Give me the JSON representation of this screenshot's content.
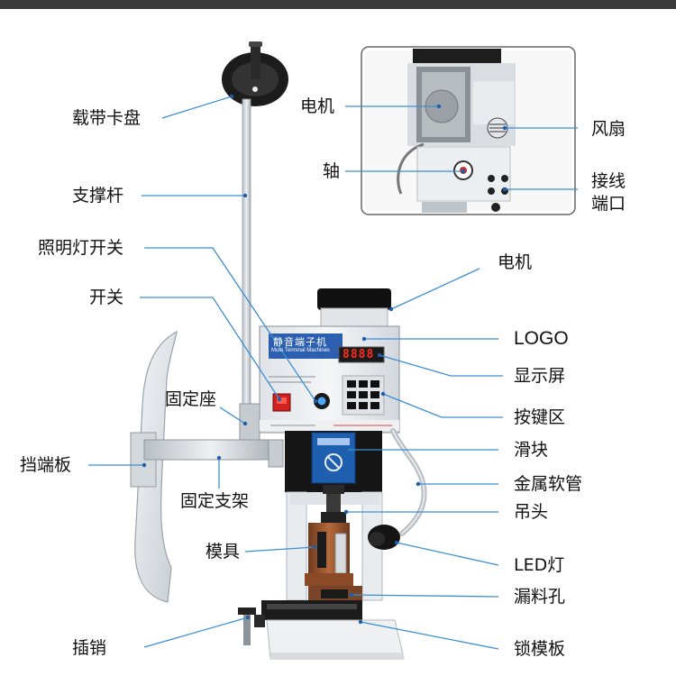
{
  "labels": {
    "reel": "载带卡盘",
    "support_rod": "支撑杆",
    "light_switch": "照明灯开关",
    "switch": "开关",
    "fixed_seat": "固定座",
    "end_plate": "挡端板",
    "fixed_bracket": "固定支架",
    "mold": "模具",
    "pin": "插销",
    "motor_inset": "电机",
    "shaft": "轴",
    "fan": "风扇",
    "wiring_port_line1": "接线",
    "wiring_port_line2": "端口",
    "motor": "电机",
    "logo": "LOGO",
    "display": "显示屏",
    "keypad": "按键区",
    "slider": "滑块",
    "metal_hose": "金属软管",
    "hanger_head": "吊头",
    "led_lamp": "LED灯",
    "drain_hole": "漏料孔",
    "lock_plate": "锁模板"
  },
  "machine": {
    "panel_title": "静音端子机",
    "panel_subtitle": "Mute Terminal Machines",
    "display_digits": "8888"
  },
  "colors": {
    "leader_line": "#3b8fd6",
    "topbar": "#3a3a3a",
    "display_digits": "#ff2a1a"
  }
}
